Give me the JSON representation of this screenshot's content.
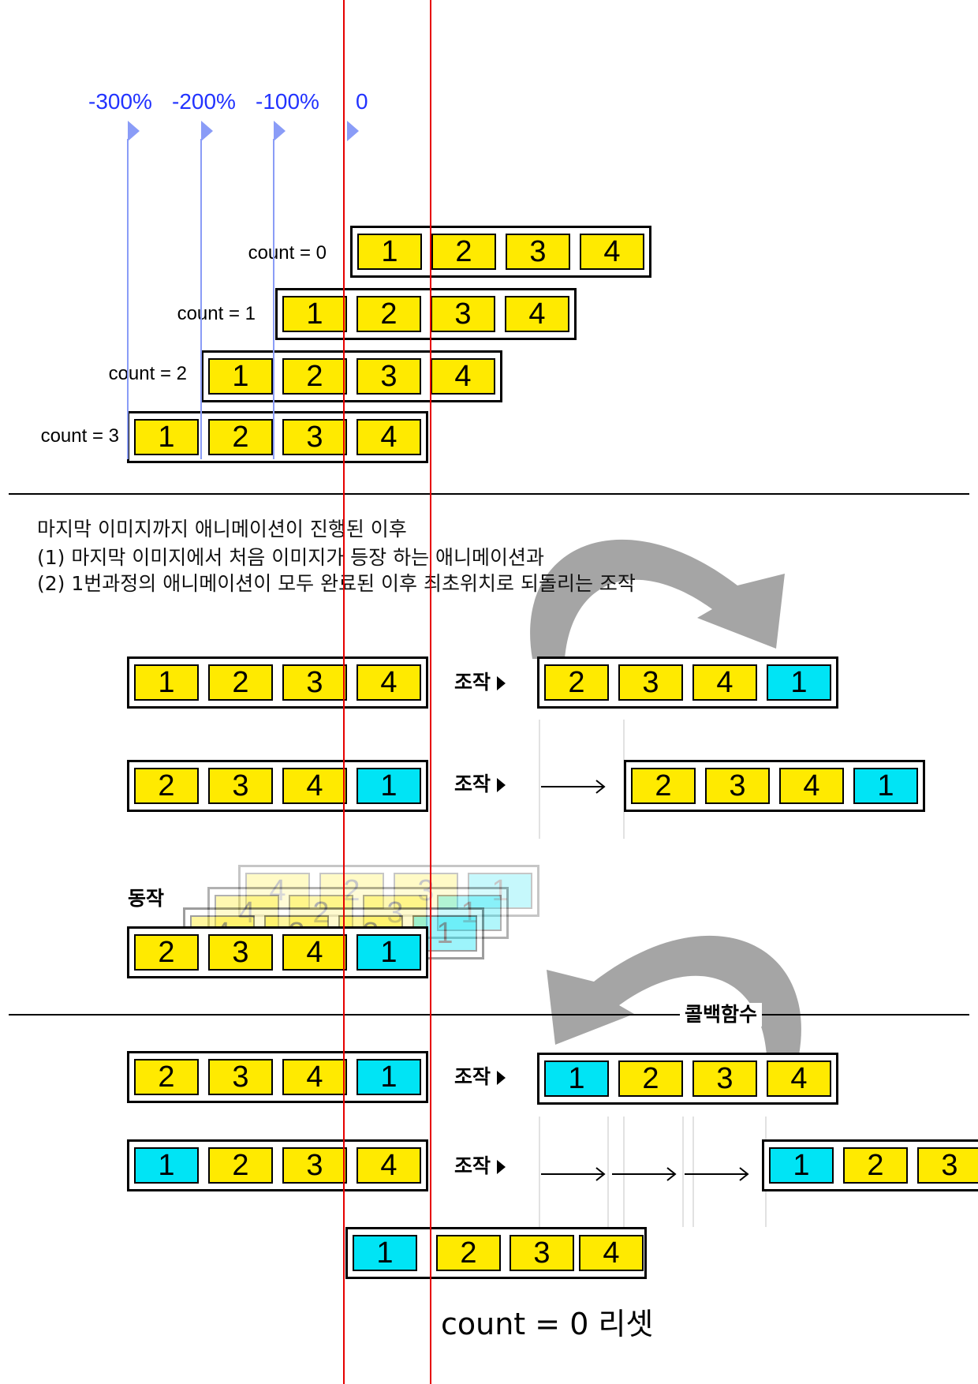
{
  "colors": {
    "slide_yellow": "#ffea00",
    "slide_cyan": "#00e4f5",
    "marker_red": "#e60000",
    "offset_label_blue": "#2233ff",
    "offset_guide_blue": "#8a9cf7",
    "arrow_gray": "#9b9b9b"
  },
  "offset_labels": [
    "-300%",
    "-200%",
    "-100%",
    "0"
  ],
  "initial_rows": [
    {
      "label": "count = 0",
      "cells": [
        {
          "label": "1",
          "fill": "yellow"
        },
        {
          "label": "2",
          "fill": "yellow"
        },
        {
          "label": "3",
          "fill": "yellow"
        },
        {
          "label": "4",
          "fill": "yellow"
        }
      ]
    },
    {
      "label": "count = 1",
      "cells": [
        {
          "label": "1",
          "fill": "yellow"
        },
        {
          "label": "2",
          "fill": "yellow"
        },
        {
          "label": "3",
          "fill": "yellow"
        },
        {
          "label": "4",
          "fill": "yellow"
        }
      ]
    },
    {
      "label": "count = 2",
      "cells": [
        {
          "label": "1",
          "fill": "yellow"
        },
        {
          "label": "2",
          "fill": "yellow"
        },
        {
          "label": "3",
          "fill": "yellow"
        },
        {
          "label": "4",
          "fill": "yellow"
        }
      ]
    },
    {
      "label": "count = 3",
      "cells": [
        {
          "label": "1",
          "fill": "yellow"
        },
        {
          "label": "2",
          "fill": "yellow"
        },
        {
          "label": "3",
          "fill": "yellow"
        },
        {
          "label": "4",
          "fill": "yellow"
        }
      ]
    }
  ],
  "description": {
    "lines": [
      "마지막 이미지까지 애니메이션이 진행된 이후",
      "(1) 마지막 이미지에서 처음 이미지가 등장 하는 애니메이션과",
      "(2) 1번과정의 애니메이션이 모두 완료된 이후 최초위치로 되돌리는 조작"
    ]
  },
  "step_a": {
    "left": [
      {
        "label": "1",
        "fill": "yellow"
      },
      {
        "label": "2",
        "fill": "yellow"
      },
      {
        "label": "3",
        "fill": "yellow"
      },
      {
        "label": "4",
        "fill": "yellow"
      }
    ],
    "action": "조작",
    "right": [
      {
        "label": "2",
        "fill": "yellow"
      },
      {
        "label": "3",
        "fill": "yellow"
      },
      {
        "label": "4",
        "fill": "yellow"
      },
      {
        "label": "1",
        "fill": "cyan"
      }
    ]
  },
  "step_b": {
    "left": [
      {
        "label": "2",
        "fill": "yellow"
      },
      {
        "label": "3",
        "fill": "yellow"
      },
      {
        "label": "4",
        "fill": "yellow"
      },
      {
        "label": "1",
        "fill": "cyan"
      }
    ],
    "action": "조작",
    "right": [
      {
        "label": "2",
        "fill": "yellow"
      },
      {
        "label": "3",
        "fill": "yellow"
      },
      {
        "label": "4",
        "fill": "yellow"
      },
      {
        "label": "1",
        "fill": "cyan"
      }
    ]
  },
  "motion": {
    "label": "동작",
    "cells": [
      {
        "label": "2",
        "fill": "yellow"
      },
      {
        "label": "3",
        "fill": "yellow"
      },
      {
        "label": "4",
        "fill": "yellow"
      },
      {
        "label": "1",
        "fill": "cyan"
      }
    ],
    "ghosts": [
      [
        {
          "label": "4",
          "fill": "yellow"
        },
        {
          "label": "2",
          "fill": "yellow"
        },
        {
          "label": "3",
          "fill": "yellow"
        },
        {
          "label": "1",
          "fill": "cyan"
        }
      ],
      [
        {
          "label": "4",
          "fill": "yellow"
        },
        {
          "label": "2",
          "fill": "yellow"
        },
        {
          "label": "3",
          "fill": "yellow"
        },
        {
          "label": "1",
          "fill": "cyan"
        }
      ],
      [
        {
          "label": "4",
          "fill": "yellow"
        },
        {
          "label": "2",
          "fill": "yellow"
        },
        {
          "label": "3",
          "fill": "yellow"
        },
        {
          "label": "1",
          "fill": "cyan"
        }
      ]
    ]
  },
  "callback_label": "콜백함수",
  "step_c": {
    "left": [
      {
        "label": "2",
        "fill": "yellow"
      },
      {
        "label": "3",
        "fill": "yellow"
      },
      {
        "label": "4",
        "fill": "yellow"
      },
      {
        "label": "1",
        "fill": "cyan"
      }
    ],
    "action": "조작",
    "right": [
      {
        "label": "1",
        "fill": "cyan"
      },
      {
        "label": "2",
        "fill": "yellow"
      },
      {
        "label": "3",
        "fill": "yellow"
      },
      {
        "label": "4",
        "fill": "yellow"
      }
    ]
  },
  "step_d": {
    "left": [
      {
        "label": "1",
        "fill": "cyan"
      },
      {
        "label": "2",
        "fill": "yellow"
      },
      {
        "label": "3",
        "fill": "yellow"
      },
      {
        "label": "4",
        "fill": "yellow"
      }
    ],
    "action": "조작",
    "right": [
      {
        "label": "1",
        "fill": "cyan"
      },
      {
        "label": "2",
        "fill": "yellow"
      },
      {
        "label": "3",
        "fill": "yellow"
      }
    ]
  },
  "final": {
    "cells": [
      {
        "label": "1",
        "fill": "cyan"
      },
      {
        "label": "2",
        "fill": "yellow"
      },
      {
        "label": "3",
        "fill": "yellow"
      },
      {
        "label": "4",
        "fill": "yellow"
      }
    ],
    "label": "count = 0 리셋"
  }
}
